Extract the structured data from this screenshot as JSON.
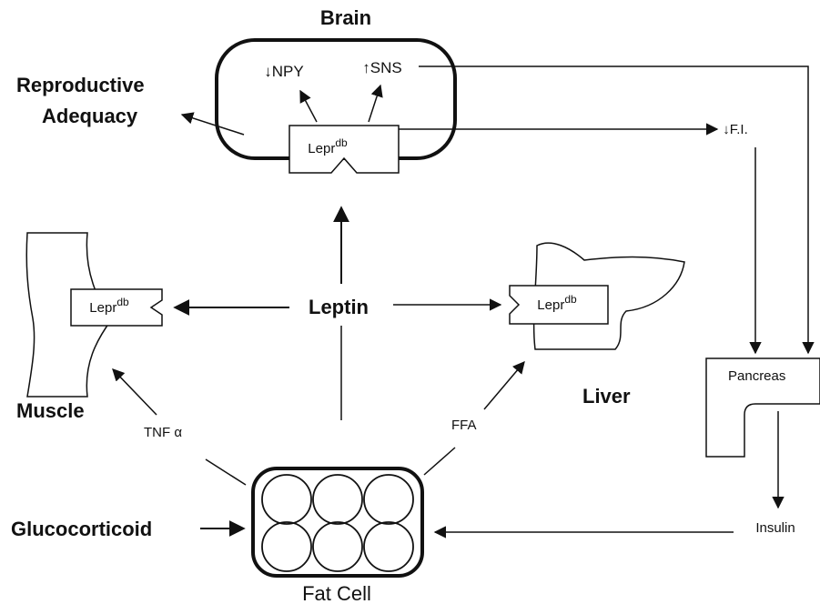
{
  "brain": {
    "title": "Brain",
    "npy": "↓NPY",
    "sns": "↑SNS",
    "receptor": "Lepr",
    "receptor_sup": "db"
  },
  "reproductive": {
    "line1": "Reproductive",
    "line2": "Adequacy"
  },
  "food_intake": "↓F.I.",
  "leptin": "Leptin",
  "muscle": {
    "label": "Muscle",
    "receptor": "Lepr",
    "receptor_sup": "db"
  },
  "liver": {
    "label": "Liver",
    "receptor": "Lepr",
    "receptor_sup": "db"
  },
  "tnf": "TNF α",
  "ffa": "FFA",
  "pancreas": "Pancreas",
  "insulin": "Insulin",
  "glucocorticoid": "Glucocorticoid",
  "fat_cell": "Fat Cell"
}
